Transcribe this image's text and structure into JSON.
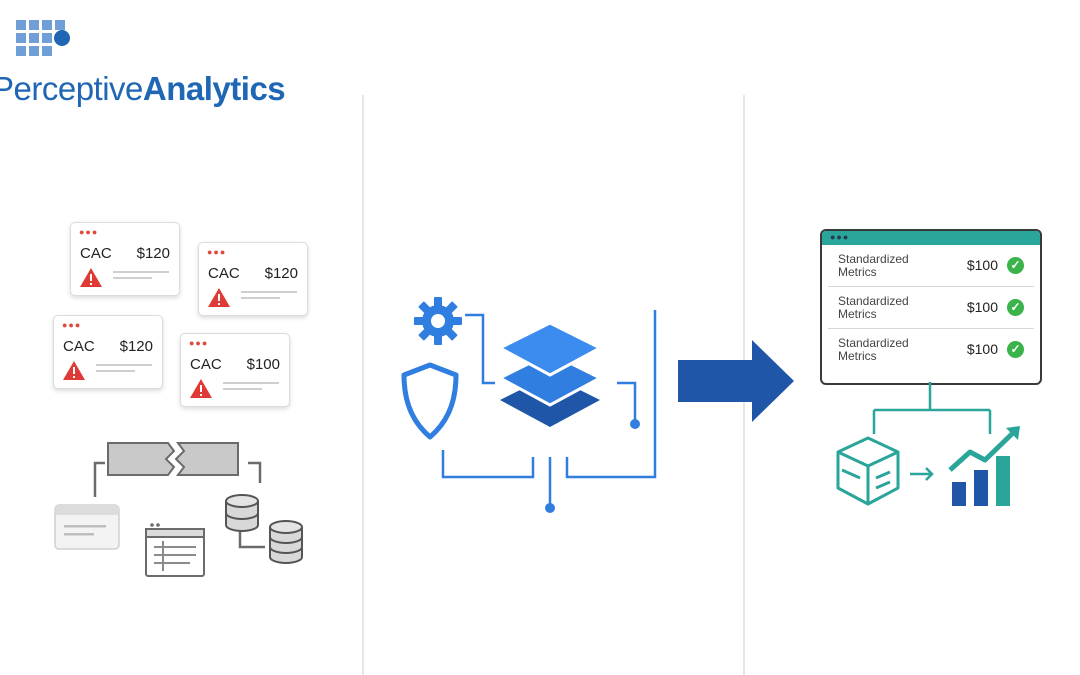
{
  "logo": {
    "text_regular": "Perceptive",
    "text_bold": "Analytics",
    "color": "#1f66b4"
  },
  "left_panel": {
    "cards": [
      {
        "label": "CAC",
        "value": "$120",
        "icon": "warning-icon"
      },
      {
        "label": "CAC",
        "value": "$120",
        "icon": "warning-icon"
      },
      {
        "label": "CAC",
        "value": "$120",
        "icon": "warning-icon"
      },
      {
        "label": "CAC",
        "value": "$100",
        "icon": "warning-icon"
      }
    ],
    "icons": [
      "broken-link-icon",
      "document-icon",
      "table-icon",
      "database-icon",
      "database-icon"
    ]
  },
  "middle_panel": {
    "icons": [
      "gear-icon",
      "shield-icon",
      "layers-icon",
      "arrow-right-icon"
    ]
  },
  "right_panel": {
    "metrics": [
      {
        "name": "Standardized Metrics",
        "value": "$100",
        "status": "check-icon"
      },
      {
        "name": "Standardized Metrics",
        "value": "$100",
        "status": "check-icon"
      },
      {
        "name": "Standardized Metrics",
        "value": "$100",
        "status": "check-icon"
      }
    ],
    "icons": [
      "cube-icon",
      "growth-chart-icon"
    ]
  },
  "colors": {
    "warning": "#e03a36",
    "primary_blue": "#2f7ee0",
    "dark_blue": "#1f56a8",
    "teal": "#2aa59a",
    "success": "#39b34a"
  }
}
